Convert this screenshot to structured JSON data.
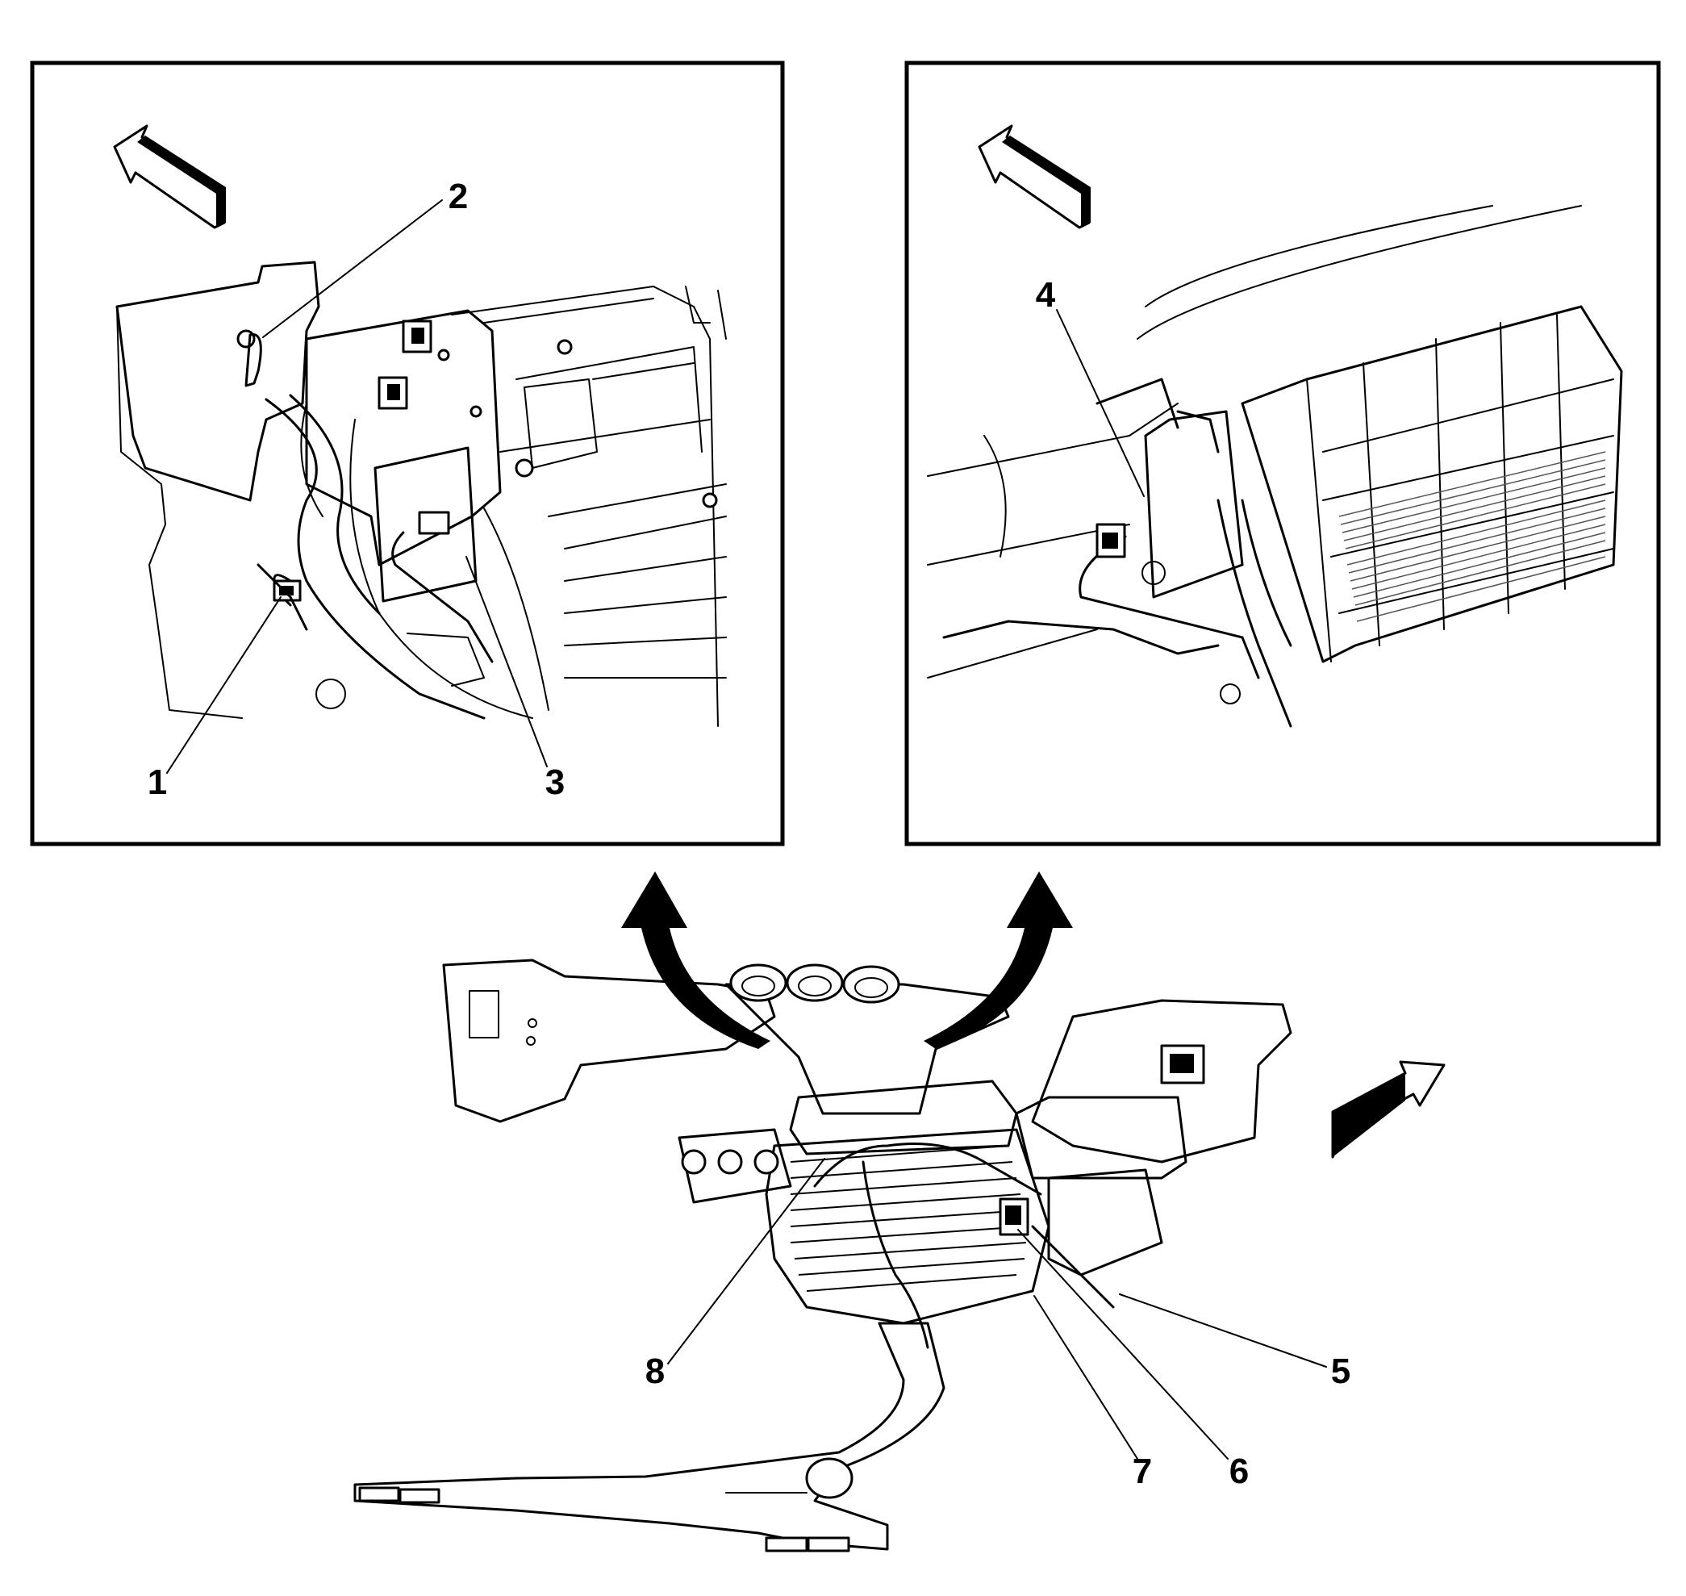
{
  "figure": {
    "callouts": [
      {
        "id": "1",
        "label": "1"
      },
      {
        "id": "2",
        "label": "2"
      },
      {
        "id": "3",
        "label": "3"
      },
      {
        "id": "4",
        "label": "4"
      },
      {
        "id": "5",
        "label": "5"
      },
      {
        "id": "6",
        "label": "6"
      },
      {
        "id": "7",
        "label": "7"
      },
      {
        "id": "8",
        "label": "8"
      }
    ],
    "colors": {
      "ink": "#000000",
      "paper": "#ffffff"
    }
  }
}
